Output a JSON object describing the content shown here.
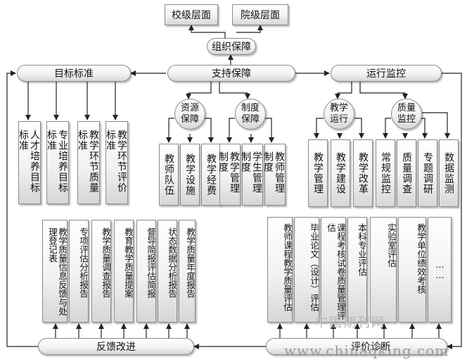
{
  "top": {
    "school": "校级层面",
    "college": "院级层面",
    "org": "组织保障"
  },
  "main": {
    "goal": "目标标准",
    "support": "支持保障",
    "monitor": "运行监控",
    "feedback": "反馈改进",
    "evaluation": "评价诊断"
  },
  "circles": {
    "resource": "资源保障",
    "system": "制度保障",
    "teaching_run": "教学运行",
    "quality": "质量监控"
  },
  "standards": [
    "人才培养目标标准",
    "专业培养目标标准",
    "教学环节质量标准",
    "教学环节评价标准"
  ],
  "resource_items": [
    "教师队伍",
    "教学设施",
    "教学经费"
  ],
  "system_items": [
    "教学管理制度",
    "学生管理制度",
    "教师管理制度"
  ],
  "run_items": [
    "教学管理",
    "教学建设",
    "教学改革"
  ],
  "quality_items": [
    "常规监控",
    "质量调查",
    "专题调研",
    "数据监测"
  ],
  "reports": [
    "教学质量信息反馈与处理登记表",
    "专项评估分析报告",
    "教学质量调查报告",
    "教育教学质量提案",
    "督导简报评估简报",
    "状态数据分析报告",
    "教学质量年度报告"
  ],
  "evals": [
    "教师课程教学质量评估",
    "毕业论文（设计）评估",
    "课程考核试卷质量管理评估",
    "本科专业评估",
    "实验室评估",
    "教学单位绩效考核",
    "……"
  ],
  "watermark": {
    "cn": "中国期刊网",
    "url": "www.chinaqking.com"
  }
}
